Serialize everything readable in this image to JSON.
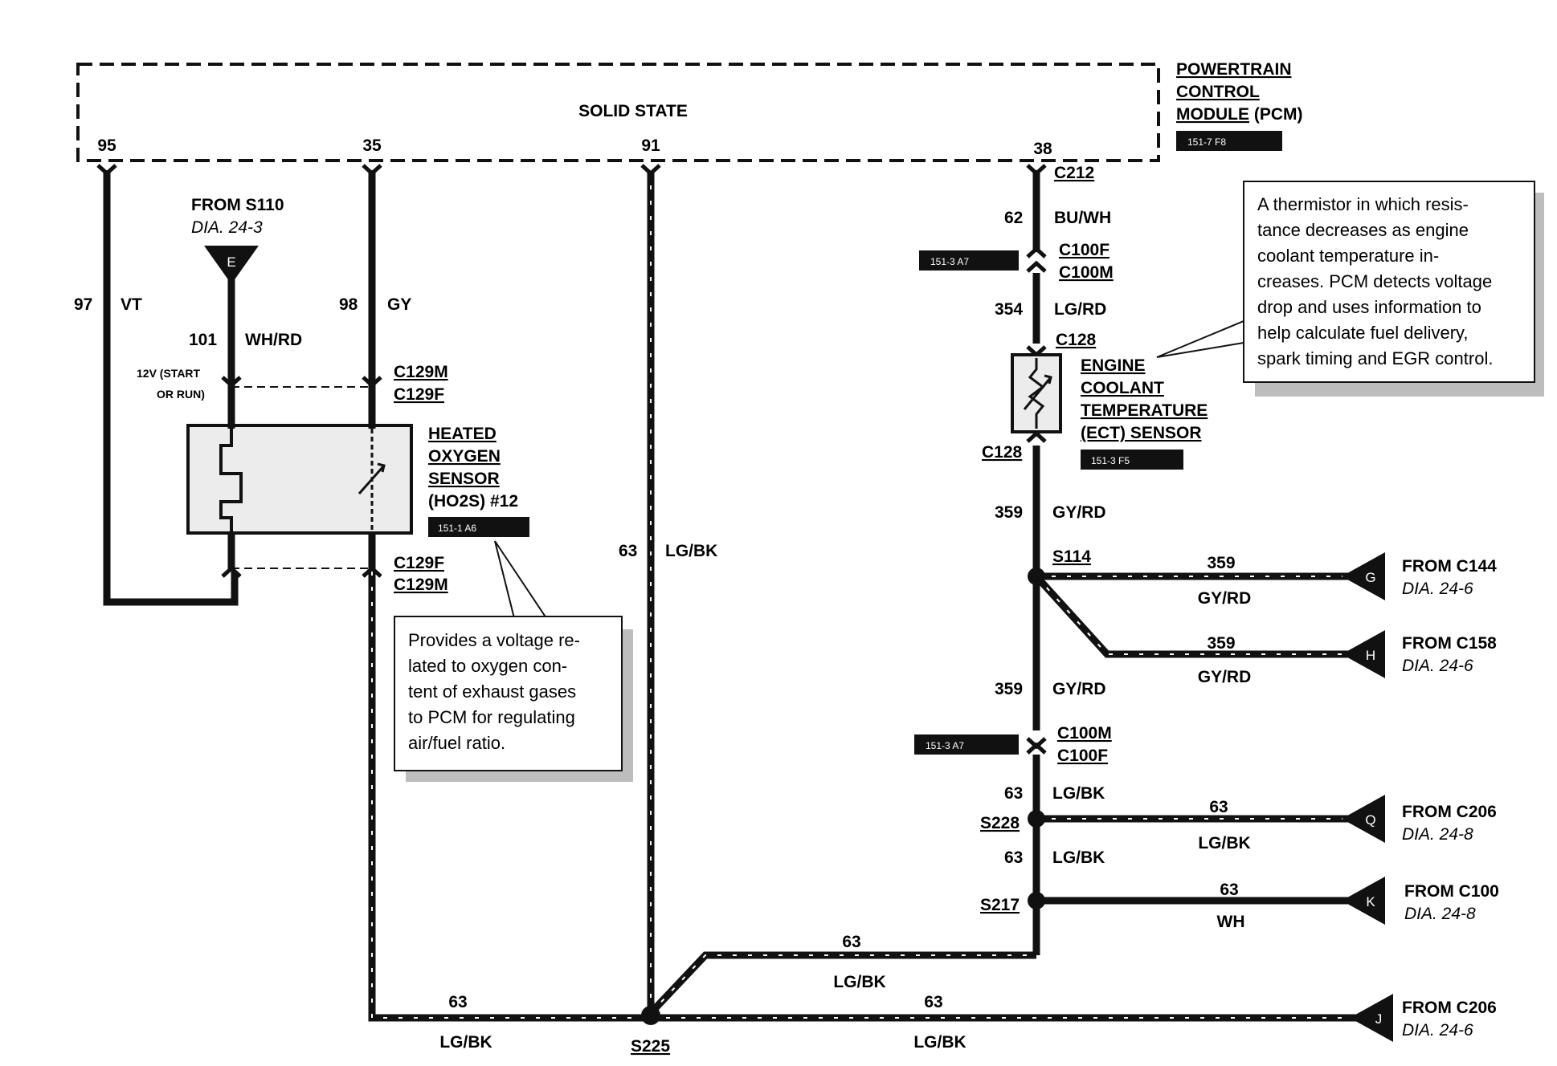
{
  "pcm": {
    "title_lines": [
      "POWERTRAIN",
      "CONTROL",
      "MODULE"
    ],
    "title_suffix": "(PCM)",
    "ref": "151-7 F8",
    "body_label": "SOLID STATE",
    "pins": [
      "95",
      "35",
      "91",
      "38"
    ]
  },
  "from_s110": {
    "line1": "FROM S110",
    "line2": "DIA. 24-3",
    "letter": "E"
  },
  "wires": {
    "w97": {
      "circuit": "97",
      "color": "VT"
    },
    "w98": {
      "circuit": "98",
      "color": "GY"
    },
    "w101": {
      "circuit": "101",
      "color": "WH/RD"
    },
    "w62": {
      "circuit": "62",
      "color": "BU/WH"
    },
    "w354": {
      "circuit": "354",
      "color": "LG/RD"
    },
    "w359a": {
      "circuit": "359",
      "color": "GY/RD"
    },
    "w359b": {
      "circuit": "359",
      "color": "GY/RD"
    },
    "w359g": {
      "circuit": "359",
      "color": "GY/RD"
    },
    "w359h": {
      "circuit": "359",
      "color": "GY/RD"
    },
    "w63a": {
      "circuit": "63",
      "color": "LG/BK"
    },
    "w63b": {
      "circuit": "63",
      "color": "LG/BK"
    },
    "w63q": {
      "circuit": "63",
      "color": "LG/BK"
    },
    "w63mid": {
      "circuit": "63",
      "color": "LG/BK"
    },
    "w63left": {
      "circuit": "63",
      "color": "LG/BK"
    },
    "w63right": {
      "circuit": "63",
      "color": "LG/BK"
    },
    "w63k": {
      "circuit": "63",
      "color": "WH"
    },
    "w63vert": {
      "circuit": "63",
      "color": "LG/BK"
    }
  },
  "power_note": {
    "line1": "12V (START",
    "line2": "OR RUN)"
  },
  "connectors": {
    "c129m_top": "C129M",
    "c129f_top": "C129F",
    "c129f_bot": "C129F",
    "c129m_bot": "C129M",
    "c212": "C212",
    "c100f_top": "C100F",
    "c100m_top": "C100M",
    "c128_top": "C128",
    "c128_bot": "C128",
    "c100m_bot": "C100M",
    "c100f_bot": "C100F"
  },
  "refs": {
    "r1": "151-3 A7",
    "r2": "151-3 A7",
    "ect": "151-3 F5",
    "ho2s": "151-1 A6"
  },
  "ho2s": {
    "lines": [
      "HEATED",
      "OXYGEN",
      "SENSOR"
    ],
    "last": "(HO2S) #12"
  },
  "ect": {
    "lines": [
      "ENGINE",
      "COOLANT",
      "TEMPERATURE"
    ],
    "last": "(ECT) SENSOR"
  },
  "splices": {
    "s114": "S114",
    "s228": "S228",
    "s217": "S217",
    "s225": "S225"
  },
  "sources": {
    "g": {
      "letter": "G",
      "line1": "FROM C144",
      "line2": "DIA. 24-6"
    },
    "h": {
      "letter": "H",
      "line1": "FROM C158",
      "line2": "DIA. 24-6"
    },
    "q": {
      "letter": "Q",
      "line1": "FROM C206",
      "line2": "DIA. 24-8"
    },
    "k": {
      "letter": "K",
      "line1": "FROM C100",
      "line2": "DIA. 24-8"
    },
    "j": {
      "letter": "J",
      "line1": "FROM C206",
      "line2": "DIA. 24-6"
    }
  },
  "notes": {
    "ect_note": [
      "A thermistor in which resis-",
      "tance decreases as engine",
      "coolant temperature in-",
      "creases. PCM detects voltage",
      "drop and uses information to",
      "help calculate fuel delivery,",
      "spark timing and EGR control."
    ],
    "ho2s_note": [
      "Provides a voltage re-",
      "lated to oxygen con-",
      "tent of exhaust gases",
      "to PCM for regulating",
      "air/fuel ratio."
    ]
  }
}
